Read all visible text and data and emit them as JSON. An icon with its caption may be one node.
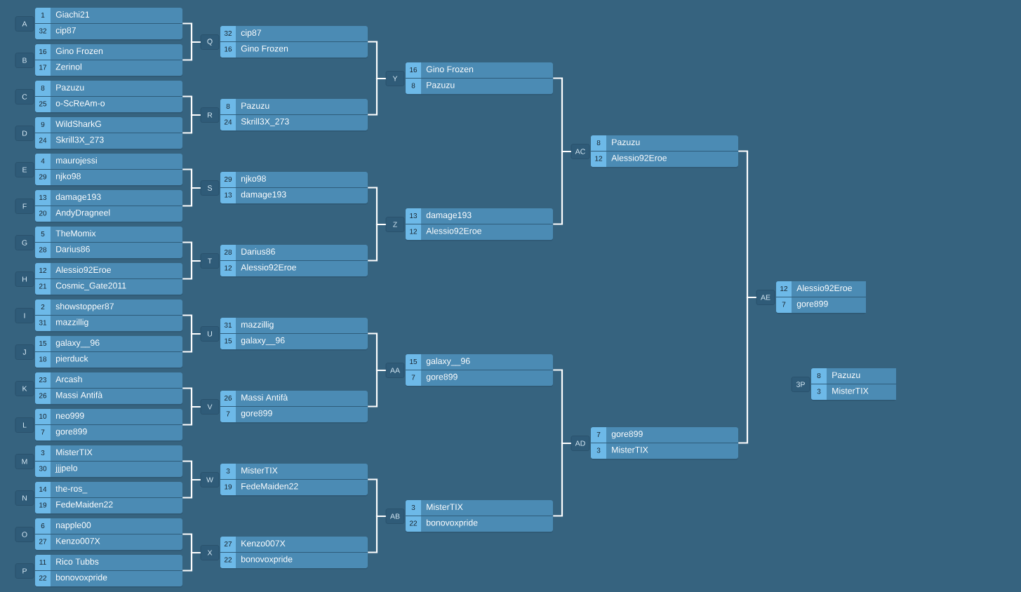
{
  "diagram": {
    "nodes": [
      {
        "text": [
          "A"
        ]
      },
      {
        "text": [
          "1",
          "Giachi21",
          "32",
          "cip87"
        ]
      },
      {
        "text": [
          "B"
        ]
      },
      {
        "text": [
          "16",
          "Gino Frozen",
          "17",
          "Zerinol"
        ]
      },
      {
        "text": [
          "C"
        ]
      },
      {
        "text": [
          "8",
          "Pazuzu",
          "25",
          "o-ScReAm-o"
        ]
      },
      {
        "text": [
          "D"
        ]
      },
      {
        "text": [
          "9",
          "WildSharkG",
          "24",
          "Skrill3X_273"
        ]
      },
      {
        "text": [
          "E"
        ]
      },
      {
        "text": [
          "4",
          "maurojessi",
          "29",
          "njko98"
        ]
      },
      {
        "text": [
          "F"
        ]
      },
      {
        "text": [
          "13",
          "damage193",
          "20",
          "AndyDragneel"
        ]
      },
      {
        "text": [
          "G"
        ]
      },
      {
        "text": [
          "5",
          "TheMomix",
          "28",
          "Darius86"
        ]
      },
      {
        "text": [
          "H"
        ]
      },
      {
        "text": [
          "12",
          "Alessio92Eroe",
          "21",
          "Cosmic_Gate2011"
        ]
      },
      {
        "text": [
          "I"
        ]
      },
      {
        "text": [
          "2",
          "showstopper87",
          "31",
          "mazzillig"
        ]
      },
      {
        "text": [
          "J"
        ]
      },
      {
        "text": [
          "15",
          "galaxy__96",
          "18",
          "pierduck"
        ]
      },
      {
        "text": [
          "K"
        ]
      },
      {
        "text": [
          "23",
          "Arcash",
          "26",
          "Massi Antifà"
        ]
      },
      {
        "text": [
          "L"
        ]
      },
      {
        "text": [
          "10",
          "neo999",
          "7",
          "gore899"
        ]
      },
      {
        "text": [
          "M"
        ]
      },
      {
        "text": [
          "3",
          "MisterTIX",
          "30",
          "jjjpelo"
        ]
      },
      {
        "text": [
          "N"
        ]
      },
      {
        "text": [
          "14",
          "the-ros_",
          "19",
          "FedeMaiden22"
        ]
      },
      {
        "text": [
          "O"
        ]
      },
      {
        "text": [
          "6",
          "napple00",
          "27",
          "Kenzo007X"
        ]
      },
      {
        "text": [
          "P"
        ]
      },
      {
        "text": [
          "11",
          "Rico Tubbs",
          "22",
          "bonovoxpride"
        ]
      },
      {
        "text": [
          "Q"
        ]
      },
      {
        "text": [
          "32",
          "cip87",
          "16",
          "Gino Frozen"
        ]
      },
      {
        "text": [
          "R"
        ]
      },
      {
        "text": [
          "8",
          "Pazuzu",
          "24",
          "Skrill3X_273"
        ]
      },
      {
        "text": [
          "S"
        ]
      },
      {
        "text": [
          "29",
          "njko98",
          "13",
          "damage193"
        ]
      },
      {
        "text": [
          "T"
        ]
      },
      {
        "text": [
          "28",
          "Darius86",
          "12",
          "Alessio92Eroe"
        ]
      },
      {
        "text": [
          "U"
        ]
      },
      {
        "text": [
          "31",
          "mazzillig",
          "15",
          "galaxy__96"
        ]
      },
      {
        "text": [
          "V"
        ]
      },
      {
        "text": [
          "26",
          "Massi Antifà",
          "7",
          "gore899"
        ]
      },
      {
        "text": [
          "W"
        ]
      },
      {
        "text": [
          "3",
          "MisterTIX",
          "19",
          "FedeMaiden22"
        ]
      },
      {
        "text": [
          "X"
        ]
      },
      {
        "text": [
          "27",
          "Kenzo007X",
          "22",
          "bonovoxpride"
        ]
      },
      {
        "text": [
          "Y"
        ]
      },
      {
        "text": [
          "16",
          "Gino Frozen",
          "8",
          "Pazuzu"
        ]
      },
      {
        "text": [
          "Z"
        ]
      },
      {
        "text": [
          "13",
          "damage193",
          "12",
          "Alessio92Eroe"
        ]
      },
      {
        "text": [
          "AA"
        ]
      },
      {
        "text": [
          "15",
          "galaxy__96",
          "7",
          "gore899"
        ]
      },
      {
        "text": [
          "AB"
        ]
      },
      {
        "text": [
          "3",
          "MisterTIX",
          "22",
          "bonovoxpride"
        ]
      },
      {
        "text": [
          "AC"
        ]
      },
      {
        "text": [
          "8",
          "Pazuzu",
          "12",
          "Alessio92Eroe"
        ]
      },
      {
        "text": [
          "AD"
        ]
      },
      {
        "text": [
          "7",
          "gore899",
          "3",
          "MisterTIX"
        ]
      },
      {
        "text": [
          "AE"
        ]
      },
      {
        "text": [
          "12",
          "Alessio92Eroe",
          "7",
          "gore899"
        ]
      },
      {
        "text": [
          "3P"
        ]
      },
      {
        "text": [
          "8",
          "Pazuzu",
          "3",
          "MisterTIX"
        ]
      }
    ],
    "edges": [
      {
        "from": 1,
        "to": 32,
        "arrow": "none"
      },
      {
        "from": 3,
        "to": 32,
        "arrow": "none"
      },
      {
        "from": 5,
        "to": 34,
        "arrow": "none"
      },
      {
        "from": 7,
        "to": 34,
        "arrow": "none"
      },
      {
        "from": 9,
        "to": 36,
        "arrow": "none"
      },
      {
        "from": 11,
        "to": 36,
        "arrow": "none"
      },
      {
        "from": 13,
        "to": 38,
        "arrow": "none"
      },
      {
        "from": 15,
        "to": 38,
        "arrow": "none"
      },
      {
        "from": 17,
        "to": 40,
        "arrow": "none"
      },
      {
        "from": 19,
        "to": 40,
        "arrow": "none"
      },
      {
        "from": 21,
        "to": 42,
        "arrow": "none"
      },
      {
        "from": 23,
        "to": 42,
        "arrow": "none"
      },
      {
        "from": 25,
        "to": 44,
        "arrow": "none"
      },
      {
        "from": 27,
        "to": 44,
        "arrow": "none"
      },
      {
        "from": 29,
        "to": 46,
        "arrow": "none"
      },
      {
        "from": 31,
        "to": 46,
        "arrow": "none"
      },
      {
        "from": 33,
        "to": 48,
        "arrow": "none"
      },
      {
        "from": 35,
        "to": 48,
        "arrow": "none"
      },
      {
        "from": 37,
        "to": 50,
        "arrow": "none"
      },
      {
        "from": 39,
        "to": 50,
        "arrow": "none"
      },
      {
        "from": 41,
        "to": 52,
        "arrow": "none"
      },
      {
        "from": 43,
        "to": 52,
        "arrow": "none"
      },
      {
        "from": 45,
        "to": 54,
        "arrow": "none"
      },
      {
        "from": 47,
        "to": 54,
        "arrow": "none"
      },
      {
        "from": 49,
        "to": 56,
        "arrow": "none"
      },
      {
        "from": 51,
        "to": 56,
        "arrow": "none"
      },
      {
        "from": 53,
        "to": 58,
        "arrow": "none"
      },
      {
        "from": 55,
        "to": 58,
        "arrow": "none"
      },
      {
        "from": 57,
        "to": 60,
        "arrow": "none"
      },
      {
        "from": 59,
        "to": 60,
        "arrow": "none"
      }
    ]
  }
}
